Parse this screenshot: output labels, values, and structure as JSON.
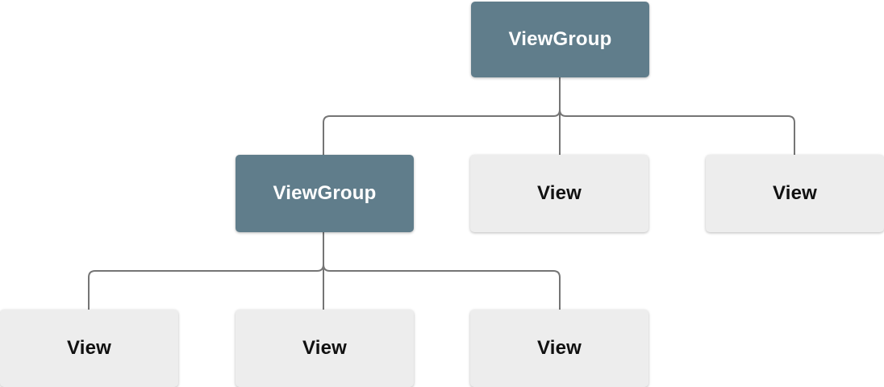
{
  "diagram": {
    "title": "view-hierarchy-tree",
    "nodes": [
      {
        "id": "root",
        "label": "ViewGroup",
        "type": "viewgroup",
        "level": 0
      },
      {
        "id": "child-vg",
        "label": "ViewGroup",
        "type": "viewgroup",
        "level": 1
      },
      {
        "id": "child-view-1",
        "label": "View",
        "type": "view",
        "level": 1
      },
      {
        "id": "child-view-2",
        "label": "View",
        "type": "view",
        "level": 1
      },
      {
        "id": "grand-view-1",
        "label": "View",
        "type": "view",
        "level": 2
      },
      {
        "id": "grand-view-2",
        "label": "View",
        "type": "view",
        "level": 2
      },
      {
        "id": "grand-view-3",
        "label": "View",
        "type": "view",
        "level": 2
      }
    ],
    "edges": [
      {
        "from": "root",
        "to": "child-vg"
      },
      {
        "from": "root",
        "to": "child-view-1"
      },
      {
        "from": "root",
        "to": "child-view-2"
      },
      {
        "from": "child-vg",
        "to": "grand-view-1"
      },
      {
        "from": "child-vg",
        "to": "grand-view-2"
      },
      {
        "from": "child-vg",
        "to": "grand-view-3"
      }
    ]
  },
  "colors": {
    "viewgroup-bg": "#607D8B",
    "viewgroup-text": "#FFFFFF",
    "view-bg": "#EDEDED",
    "view-text": "#111111",
    "connector": "#757575",
    "background": "#FFFFFF"
  }
}
